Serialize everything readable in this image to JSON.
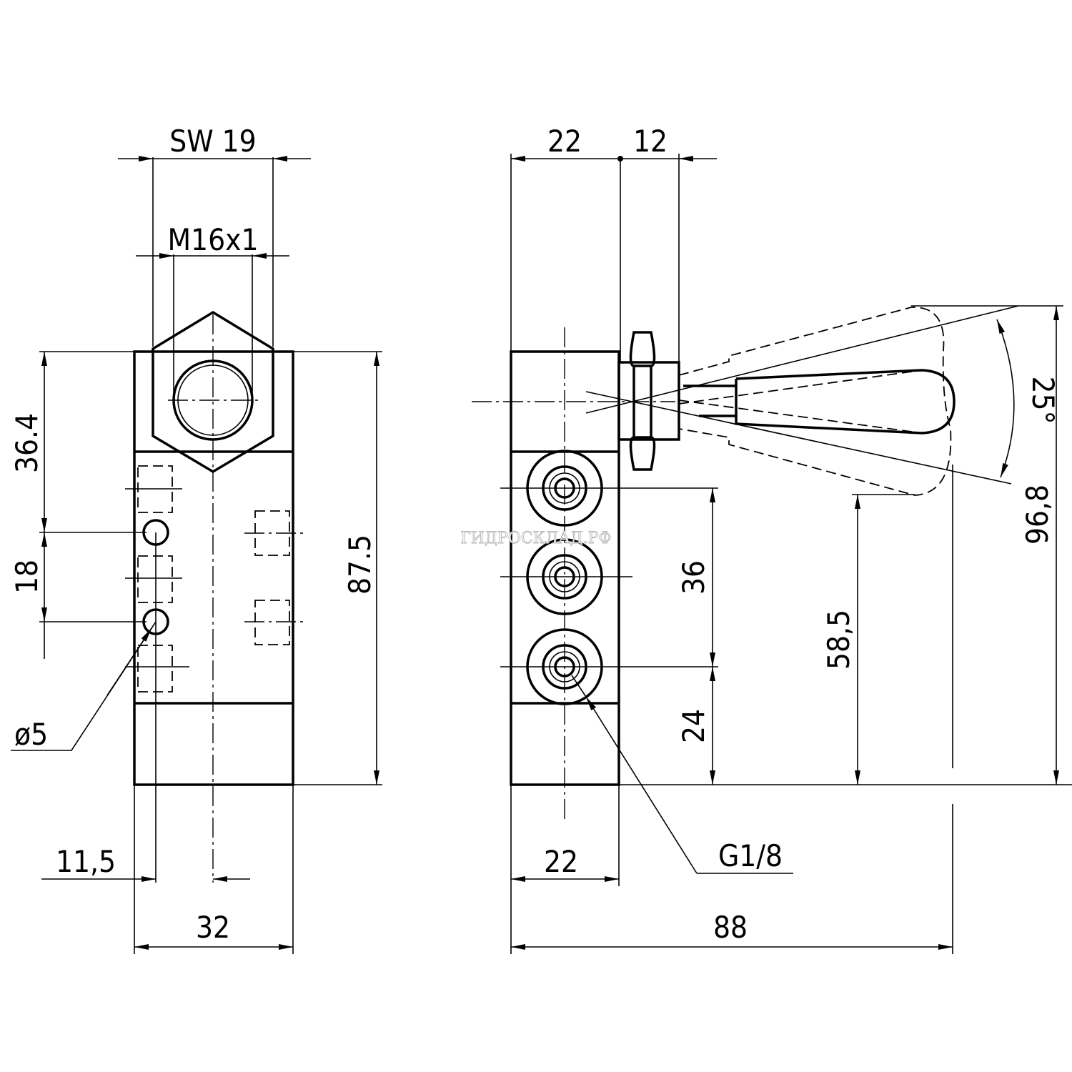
{
  "front_view": {
    "sw": "SW 19",
    "thread": "M16x1",
    "dim_top": "36.4",
    "dim_hole_pitch": "18",
    "dim_height": "87.5",
    "hole_dia": "ø5",
    "dim_offset": "11,5",
    "dim_width": "32"
  },
  "side_view": {
    "dim_body": "22",
    "dim_nut": "12",
    "dim_port_pitch": "36",
    "dim_port_base": "24",
    "dim_pivot_height": "58,5",
    "dim_total_height": "96,8",
    "angle": "25°",
    "port_thread": "G1/8",
    "dim_body_bottom": "22",
    "dim_total_length": "88"
  },
  "watermark": "ГИДРОСКЛАД.РФ"
}
